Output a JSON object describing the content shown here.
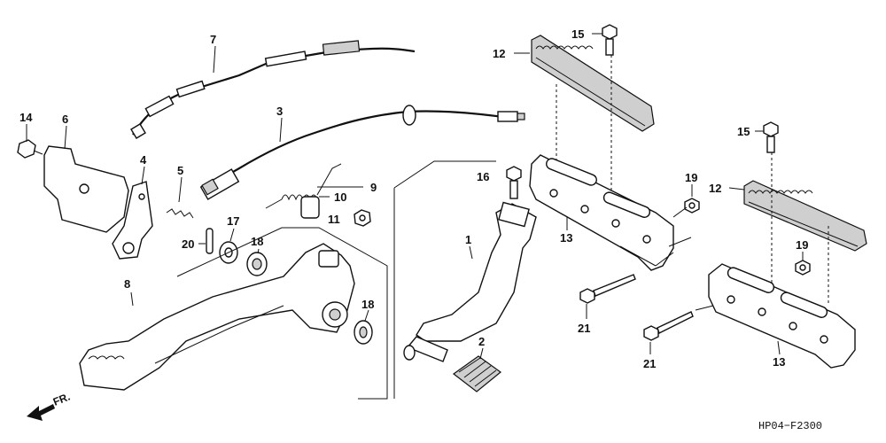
{
  "callouts": {
    "c1": "1",
    "c2": "2",
    "c3": "3",
    "c4": "4",
    "c5": "5",
    "c6": "6",
    "c7": "7",
    "c8": "8",
    "c9": "9",
    "c10": "10",
    "c11": "11",
    "c12a": "12",
    "c12b": "12",
    "c13a": "13",
    "c13b": "13",
    "c14": "14",
    "c15a": "15",
    "c15b": "15",
    "c16": "16",
    "c17": "17",
    "c18a": "18",
    "c18b": "18",
    "c19a": "19",
    "c19b": "19",
    "c20": "20",
    "c21a": "21",
    "c21b": "21"
  },
  "direction_label": "FR.",
  "diagram_code": "HP04−F2300"
}
